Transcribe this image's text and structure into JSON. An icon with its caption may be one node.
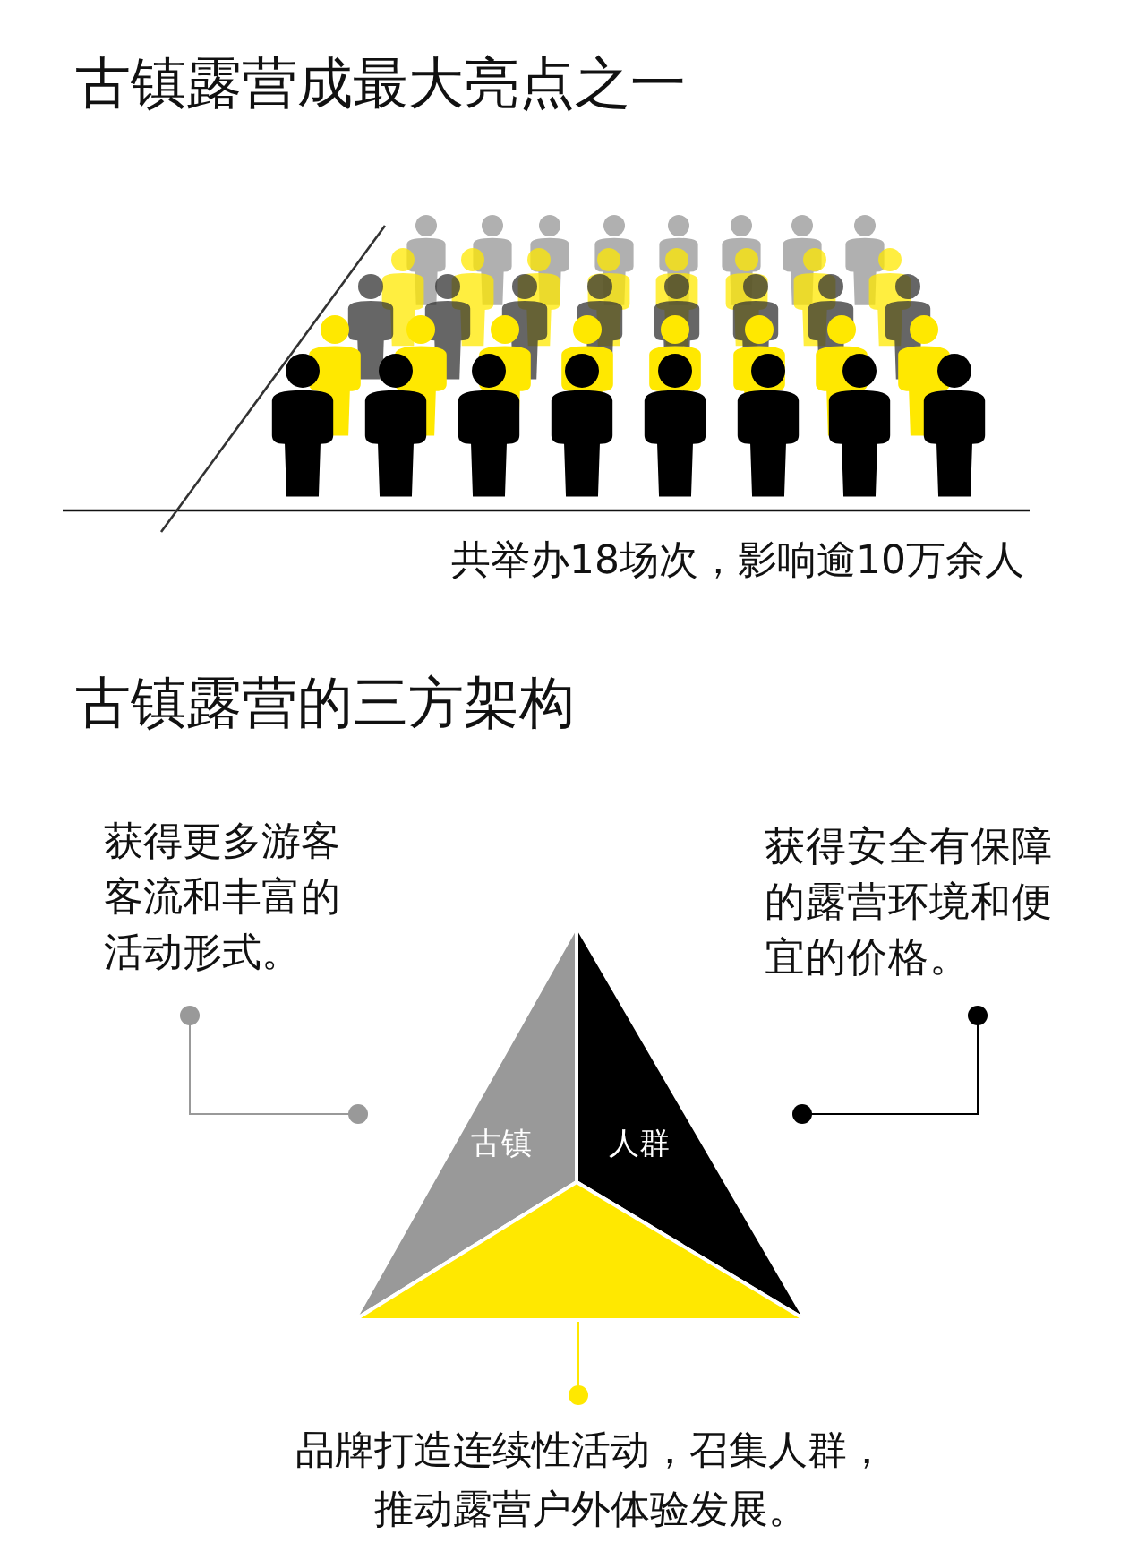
{
  "diagram": {
    "title": "古镇露营成最大亮点之一",
    "nodes": [
      {
        "text": [
          "古镇"
        ]
      },
      {
        "text": [
          "人群"
        ]
      },
      {
        "text": [],
        "shape": "triangle"
      },
      {
        "text": [
          "获得更多游客客流和丰富的活动形式。"
        ]
      },
      {
        "text": [
          "获得安全有保障的露营环境和便宜的价格。"
        ]
      },
      {
        "text": [
          "品牌打造连续性活动，召集人群，推动露营户外体验发展。"
        ]
      }
    ],
    "edges": [
      {
        "from": 3,
        "to": 0,
        "arrow": "other",
        "color": "#999999"
      },
      {
        "from": 4,
        "to": 1,
        "arrow": "other",
        "color": "#000000"
      },
      {
        "from": 5,
        "to": 2,
        "arrow": "other",
        "color": "#ffe800"
      }
    ],
    "labels": [
      "共举办18场次，影响逾10万余人",
      "古镇露营的三方架构"
    ]
  }
}
